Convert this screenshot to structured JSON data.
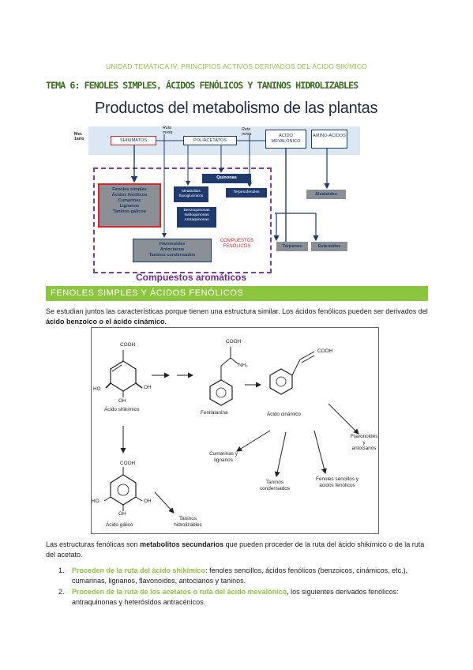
{
  "header": {
    "unit": "UNIDAD TEMÁTICA IV: PRINCIPIOS ACTIVOS DERIVADOS DEL ÁCIDO SIKÍMICO",
    "tema": "TEMA 6: FENOLES SIMPLES, ÁCIDOS FENÓLICOS Y TANINOS HIDROLIZABLES"
  },
  "diagram": {
    "title": "Productos del metabolismo de las plantas",
    "met_label": "Met. 1ario",
    "ruta_mixta_1": "Ruta mixta",
    "ruta_mixta_2": "Ruta mixta",
    "shikimatos": "SHIKIMATOS",
    "poliacetatos": "POLIACETATOS",
    "acido_mevalonico": "ÁCIDO MEVALÓNICO",
    "aminoacidos": "AMINO-ÁCIDOS",
    "fenoles_box": [
      "Fenoles simples",
      "Ácidos fenólicos",
      "Cumarinas",
      "Lignanos",
      "Taninos gálicos"
    ],
    "quinonas": "Quinonas",
    "metabolitos": "Metabolitos flavoglucínicos",
    "terpenofenoles": "Terpenofenoles",
    "benzoquinonas": [
      "Benzoquinonas",
      "Naftoquinonas",
      "Antraquinonas"
    ],
    "alcaloides": "Alcaloides",
    "flavonoides_box": [
      "Flavonoides",
      "Antocianos",
      "Taninos condensados"
    ],
    "compuestos_fenolicos": "COMPUESTOS FENÓLICOS",
    "terpenos": "Terpenos",
    "esteroides": "Esteroides",
    "aromaticos": "Compuestos aromáticos",
    "colors": {
      "purple_dash": "#7a3fa0",
      "red": "#d62828",
      "navy": "#1f3a6d",
      "band": "#dbe7f2"
    }
  },
  "section": {
    "title": "FENOLES SIMPLES Y ÁCIDOS FENÓLICOS"
  },
  "intro": {
    "text1": "Se estudian juntos las características porque tienen una estructura similar. Los ácidos fenólicos pueden ser derivados del ",
    "bold": "ácido benzoico o el ácido cinámico",
    "text2": "."
  },
  "chem": {
    "cooh_1": "COOH",
    "cooh_2": "COOH",
    "cooh_3": "COOH",
    "cooh_4": "COOH",
    "nh2": "NH₂",
    "ho_1": "HO",
    "oh_1": "OH",
    "oh_2": "OH",
    "ho_2": "HO",
    "oh_3": "OH",
    "oh_4": "OH",
    "acido_shikimico": "Ácido shikímico",
    "fenilalanina": "Fenilalanina",
    "acido_cinamico": "Ácido cinámico",
    "flavonoides_antocianos": "Flavonoides y antocianos",
    "cumarinas_lignanos": "Cumarinas y lignanos",
    "taninos_condensados": "Taninos condensados",
    "fenoles_acidos": "Fenoles sencillos y ácidos fenólicos",
    "acido_galico": "Ácido gálico",
    "taninos_hidrolizables": "Taninos hidrolizables"
  },
  "para2": {
    "text1": "Las estructuras fenólicas son ",
    "bold": "metabolitos secundarios",
    "text2": " que pueden proceder de la ruta del ácido shikímico o de la ruta del acetato."
  },
  "list": [
    {
      "num": "1.",
      "green": "Proceden de la ruta del ácido shikímico",
      "rest": ": fenoles sencillos, ácidos fenólicos (benzoicos, cinámicos, etc.), cumarinas, lignanos, flavonoides, antocianos y taninos."
    },
    {
      "num": "2.",
      "green": "Proceden de la ruta de los acetatos o ruta del ácido mevalónico",
      "rest": ", los siguientes derivados fenólicos: antraquinonas y heterósidos antracénicos."
    }
  ]
}
